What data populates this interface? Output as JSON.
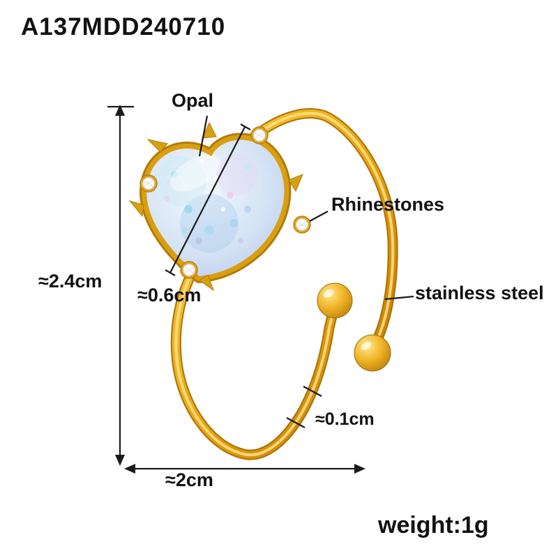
{
  "product": {
    "sku": "A137MDD240710",
    "weight": "weight:1g"
  },
  "annotations": {
    "stone_material": "Opal",
    "accent_stones": "Rhinestones",
    "band_material": "stainless steel",
    "overall_height": "≈2.4cm",
    "stone_size": "≈0.6cm",
    "band_thickness": "≈0.1cm",
    "overall_width": "≈2cm"
  },
  "colors": {
    "background": "#ffffff",
    "text": "#121212",
    "gold": "#e9a30f",
    "gold_dark": "#a87408",
    "gold_light": "#ffe08a",
    "opal_base": "#d5e4f4",
    "opal_edge": "#b9c6ec",
    "rhinestone": "#fbfbfb"
  },
  "icons": {
    "ring": "gold open adjustable ring with opal heart stone, rhinestone accents and ball ends"
  }
}
